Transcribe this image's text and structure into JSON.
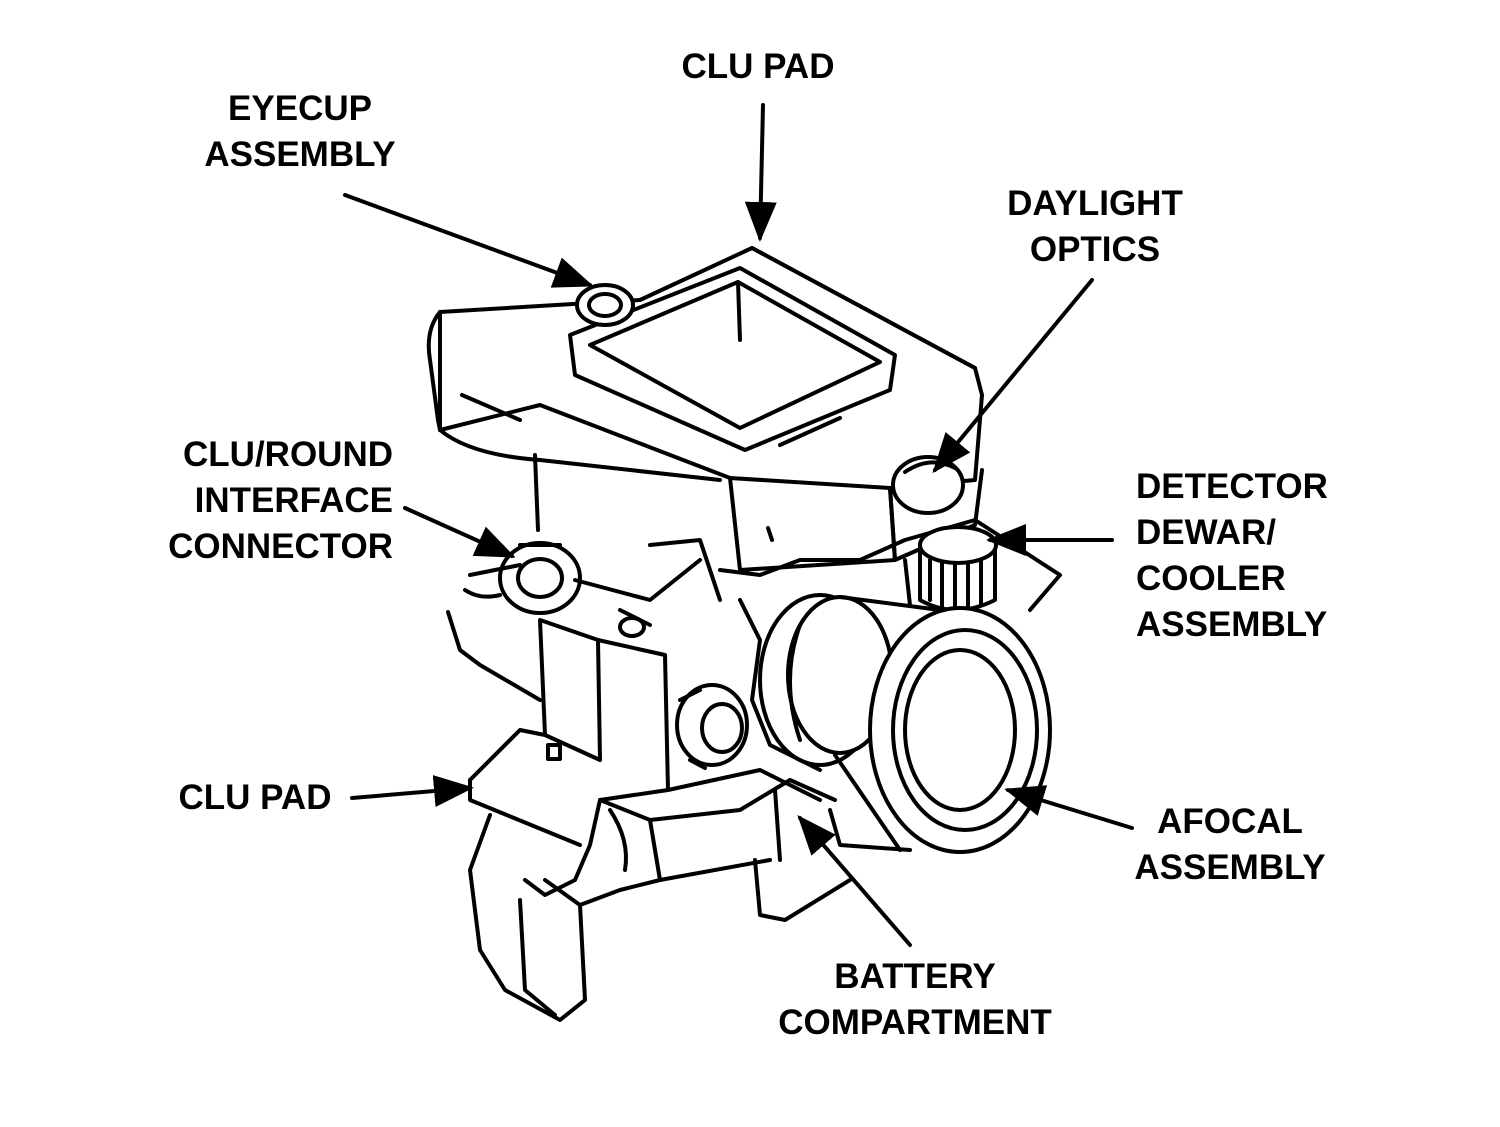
{
  "labels": {
    "clu_pad_top": [
      "CLU PAD"
    ],
    "eyecup": [
      "EYECUP",
      "ASSEMBLY"
    ],
    "daylight_optics": [
      "DAYLIGHT",
      "OPTICS"
    ],
    "clu_round": [
      "CLU/ROUND",
      "INTERFACE",
      "CONNECTOR"
    ],
    "detector": [
      "DETECTOR",
      "DEWAR/",
      "COOLER",
      "ASSEMBLY"
    ],
    "clu_pad_bottom": [
      "CLU PAD"
    ],
    "afocal": [
      "AFOCAL",
      "ASSEMBLY"
    ],
    "battery": [
      "BATTERY",
      "COMPARTMENT"
    ]
  },
  "colors": {
    "ink": "#000000",
    "paper": "#ffffff"
  }
}
